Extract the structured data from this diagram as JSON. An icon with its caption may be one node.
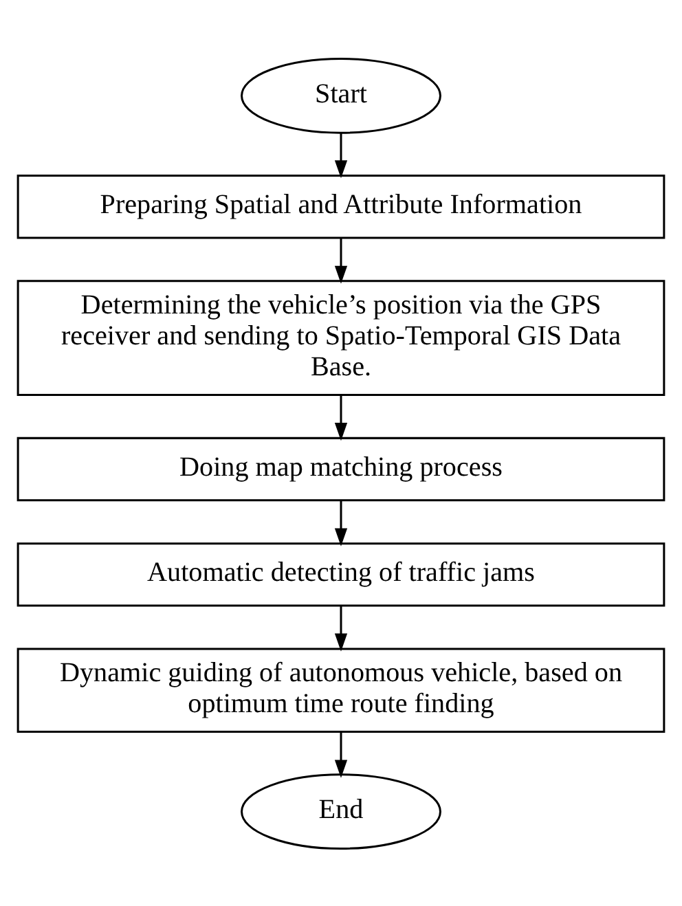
{
  "diagram": {
    "nodes": [
      {
        "text": [
          "Start"
        ]
      },
      {
        "text": [
          "Preparing Spatial and Attribute Information"
        ]
      },
      {
        "text": [
          "Determining the vehicle’s position via the GPS receiver and sending to Spatio-Temporal GIS Data Base."
        ]
      },
      {
        "text": [
          "Doing map matching process"
        ]
      },
      {
        "text": [
          "Automatic detecting of traffic jams"
        ]
      },
      {
        "text": [
          "Dynamic guiding of autonomous vehicle, based on optimum time route finding"
        ]
      },
      {
        "text": [
          "End"
        ]
      }
    ],
    "edges": [
      {
        "from": 0,
        "to": 1,
        "arrow": "to"
      },
      {
        "from": 1,
        "to": 2,
        "arrow": "to"
      },
      {
        "from": 2,
        "to": 3,
        "arrow": "to"
      },
      {
        "from": 3,
        "to": 4,
        "arrow": "to"
      },
      {
        "from": 4,
        "to": 5,
        "arrow": "to"
      },
      {
        "from": 5,
        "to": 6,
        "arrow": "to"
      }
    ]
  }
}
